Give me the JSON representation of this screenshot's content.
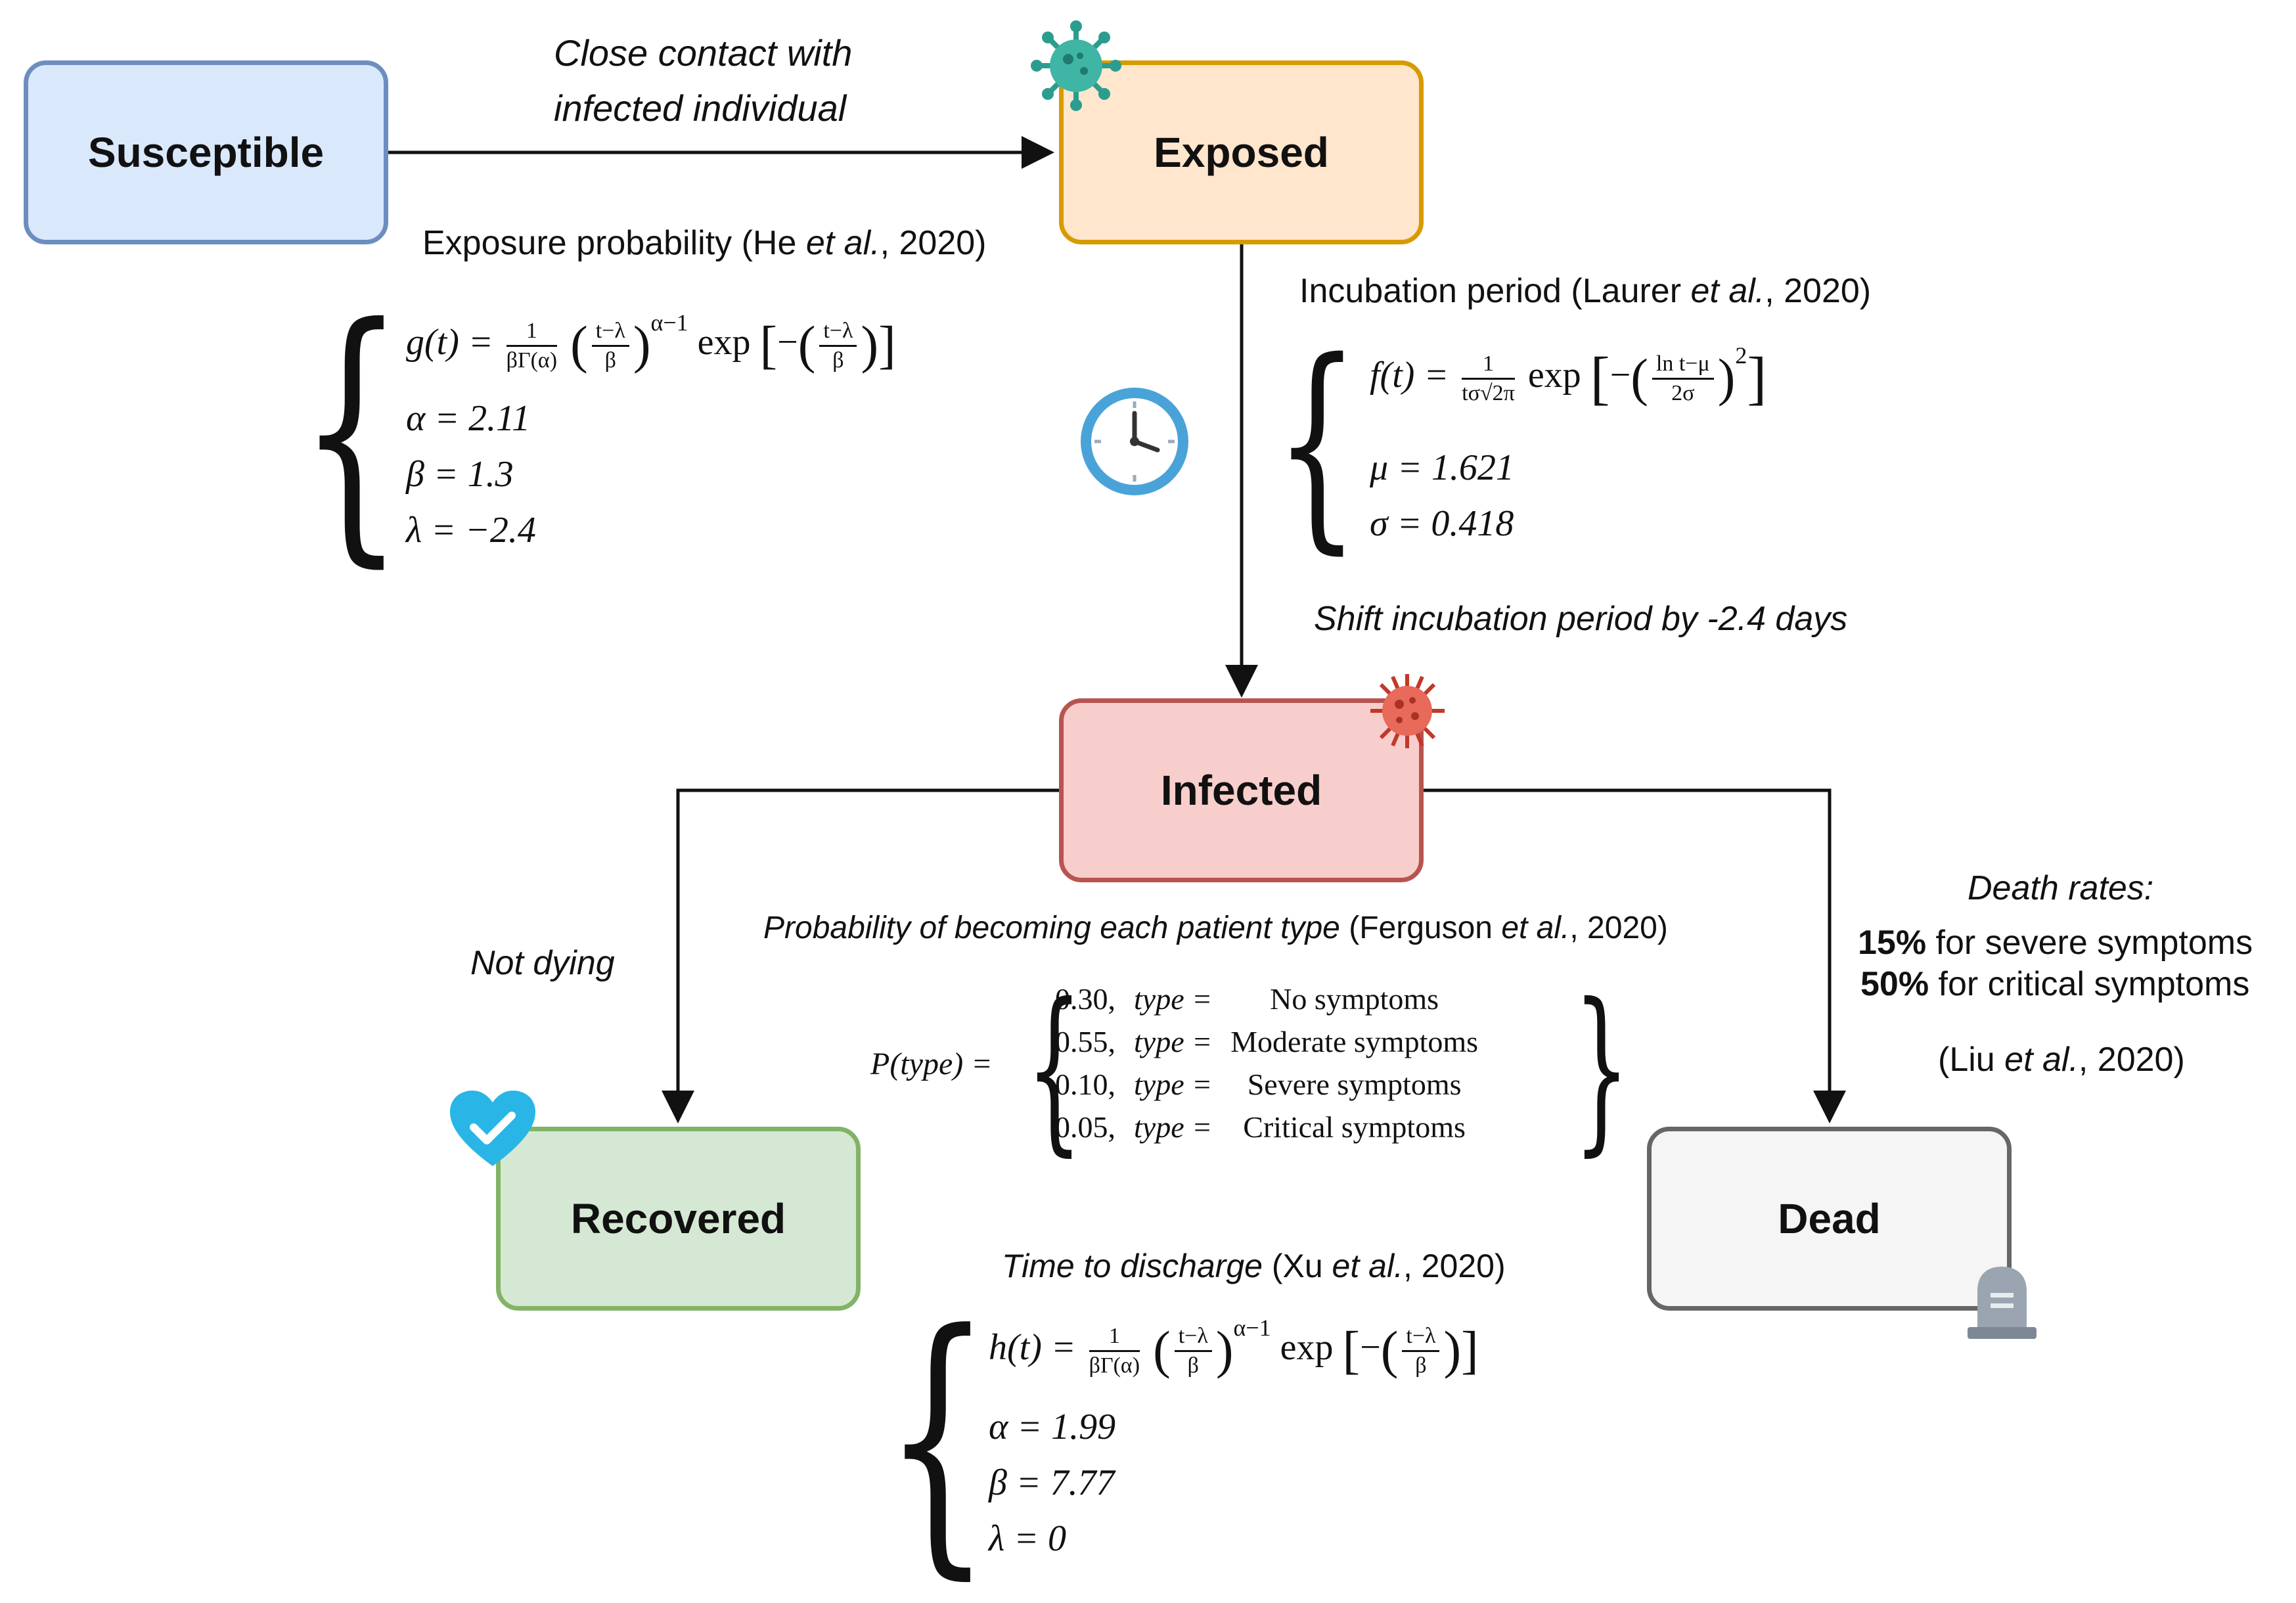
{
  "nodes": {
    "susceptible": "Susceptible",
    "exposed": "Exposed",
    "infected": "Infected",
    "recovered": "Recovered",
    "dead": "Dead"
  },
  "edges": {
    "contact_line1": "Close contact with",
    "contact_line2": "infected individual",
    "shift": "Shift incubation period by -2.4 days",
    "not_dying": "Not dying"
  },
  "exposure": {
    "title_pre": "Exposure probability (He ",
    "title_it": "et al.",
    "title_post": ", 2020)",
    "eq_lhs": "g(t) =",
    "eq_exp": "exp",
    "alpha": "α = 2.11",
    "beta": "β = 1.3",
    "lambda": "λ = −2.4"
  },
  "incubation": {
    "title_pre": "Incubation period (Laurer ",
    "title_it": "et al.",
    "title_post": ", 2020)",
    "eq_lhs": "f(t) =",
    "eq_exp": "exp",
    "mu": "μ = 1.621",
    "sigma": "σ = 0.418"
  },
  "patient_type": {
    "title_it": "Probability of becoming each patient type",
    "title_post_pre": " (Ferguson ",
    "title_post_it": "et al.",
    "title_post_end": ", 2020)",
    "lhs": "P(type) =",
    "rows": [
      {
        "p": "0.30,",
        "type": "type =",
        "label": "No symptoms"
      },
      {
        "p": "0.55,",
        "type": "type =",
        "label": "Moderate symptoms"
      },
      {
        "p": "0.10,",
        "type": "type =",
        "label": "Severe symptoms"
      },
      {
        "p": "0.05,",
        "type": "type =",
        "label": "Critical symptoms"
      }
    ]
  },
  "death": {
    "title": "Death rates:",
    "severe_pct": "15%",
    "severe_text": " for severe symptoms",
    "critical_pct": "50%",
    "critical_text": " for critical symptoms",
    "cite_pre": "(Liu ",
    "cite_it": "et al.",
    "cite_post": ", 2020)"
  },
  "discharge": {
    "title_it": "Time to discharge",
    "title_pre": " (Xu ",
    "title_it2": "et al.",
    "title_post": ", 2020)",
    "eq_lhs": "h(t) =",
    "eq_exp": "exp",
    "alpha": "α = 1.99",
    "beta": "β = 7.77",
    "lambda": "λ = 0"
  },
  "colors": {
    "susceptible_fill": "#dae8fc",
    "susceptible_border": "#6c8ebf",
    "exposed_fill": "#ffe6cc",
    "exposed_border": "#d79b00",
    "infected_fill": "#f8cecc",
    "infected_border": "#b85450",
    "recovered_fill": "#d5e8d4",
    "recovered_border": "#82b366",
    "dead_fill": "#f5f5f5",
    "dead_border": "#666666"
  },
  "icons": [
    "virus-green-icon",
    "clock-icon",
    "virus-red-icon",
    "heart-check-icon",
    "tombstone-icon"
  ]
}
